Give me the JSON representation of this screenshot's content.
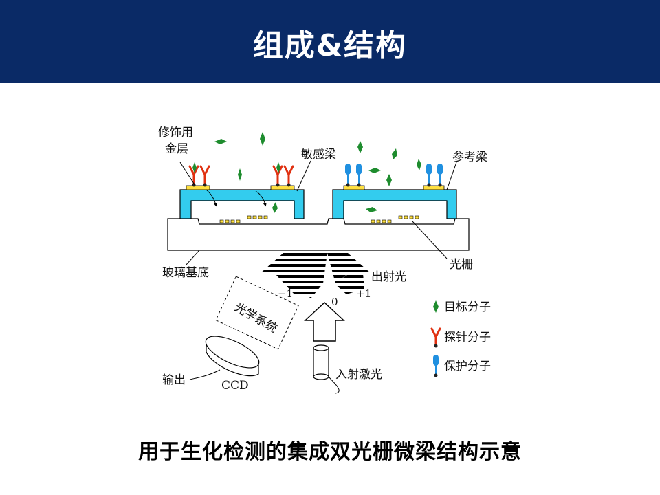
{
  "header": {
    "title": "组成&结构"
  },
  "labels": {
    "decorative_metal_line1": "修饰用",
    "decorative_metal_line2": "金层",
    "sensing_beam": "敏感梁",
    "reference_beam": "参考梁",
    "glass_substrate": "玻璃基底",
    "grating": "光栅",
    "outgoing_light": "出射光",
    "order_minus1": "−1",
    "order_0": "0",
    "order_plus1": "+1",
    "optical_system": "光学系统",
    "output": "输出",
    "ccd": "CCD",
    "incident_laser": "入射激光"
  },
  "legend": {
    "target": "目标分子",
    "probe": "探针分子",
    "protect": "保护分子"
  },
  "colors": {
    "header_bg": "#0a2a66",
    "beam_fill": "#33ccee",
    "gold_pad": "#ffe040",
    "target_green": "#1e8c2e",
    "probe_red": "#e03010",
    "protect_blue": "#2090e0"
  },
  "caption": "用于生化检测的集成双光栅微梁结构示意"
}
